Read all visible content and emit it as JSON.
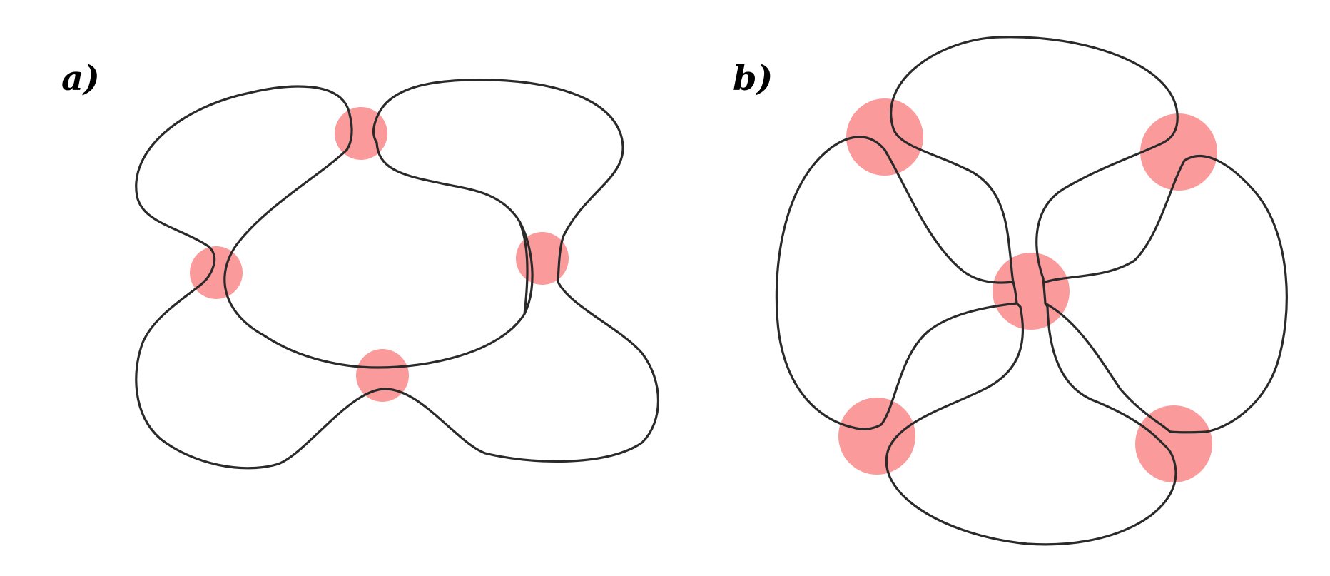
{
  "panels": [
    {
      "id": "a",
      "label": "a)"
    },
    {
      "id": "b",
      "label": "b)"
    }
  ],
  "colors": {
    "background": "#ffffff",
    "curve": "#2a2a2a",
    "highlight": "#fa9a9a"
  }
}
